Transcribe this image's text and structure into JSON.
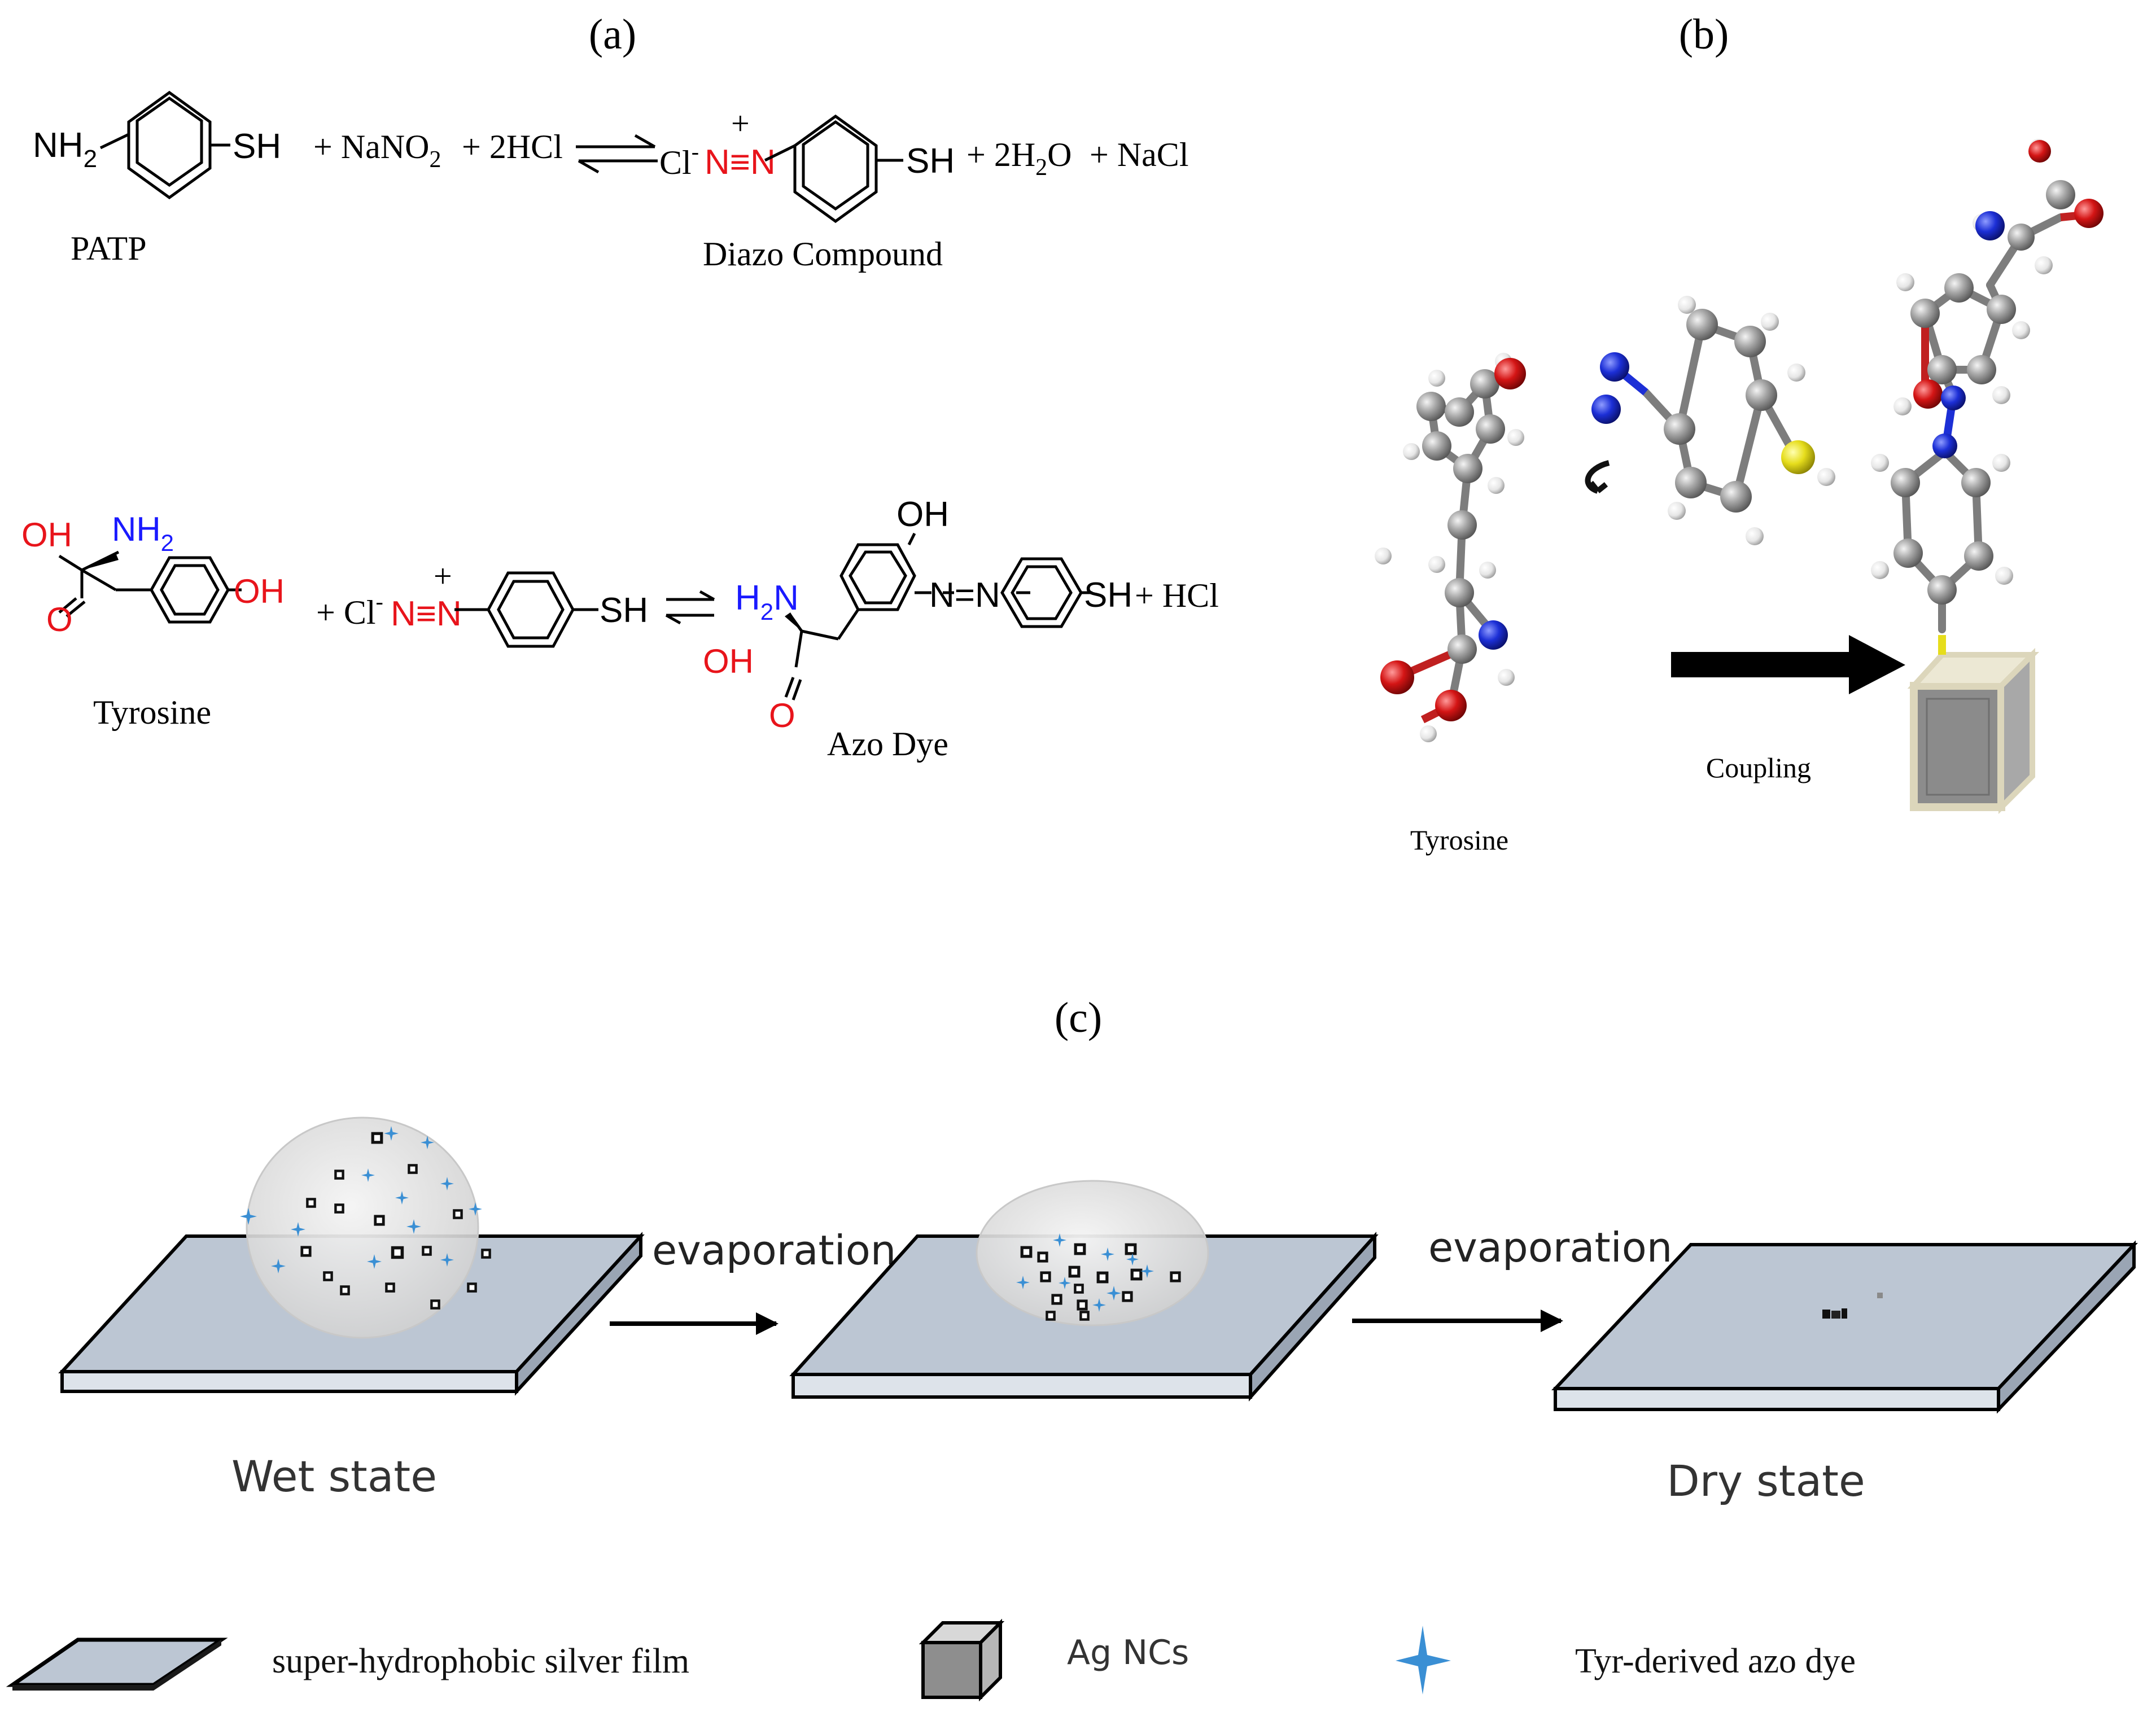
{
  "panel_labels": {
    "a": "(a)",
    "b": "(b)",
    "c": "(c)"
  },
  "reaction1": {
    "reactant_amine": "NH",
    "reactant_amine_sub": "2",
    "thiol": "SH",
    "reagent_nitrite": "+ NaNO",
    "reagent_nitrite_sub": "2",
    "reagent_acid": "+ 2HCl",
    "chloride": "Cl",
    "chloride_sup": "-",
    "plus_charge": "+",
    "diazo_group": "N≡N",
    "product_thiol": "SH",
    "byproduct_water": "+ 2H",
    "byproduct_water_sub": "2",
    "byproduct_water_end": "O",
    "byproduct_salt": "+ NaCl",
    "reactant_name": "PATP",
    "product_name": "Diazo Compound"
  },
  "reaction2": {
    "oh_acid": "OH",
    "amine": "NH",
    "amine_sub": "2",
    "carbonyl_o": "O",
    "phenol_oh": "OH",
    "plus_cl": "+ Cl",
    "chloride_sup": "-",
    "plus_charge": "+",
    "diazo_group": "N≡N",
    "thiol": "SH",
    "product_amine": "H",
    "product_amine_sub": "2",
    "product_amine_end": "N",
    "product_phenol_oh": "OH",
    "azo_group": "N=N",
    "product_thiol": "SH",
    "product_oh_acid": "OH",
    "product_carbonyl_o": "O",
    "byproduct": "+ HCl",
    "reactant_name": "Tyrosine",
    "product_name": "Azo Dye"
  },
  "panel_b": {
    "tyrosine_label": "Tyrosine",
    "coupling_label": "Coupling"
  },
  "panel_c": {
    "arrow1_label": "evaporation",
    "arrow2_label": "evaporation",
    "wet_label": "Wet state",
    "dry_label": "Dry state"
  },
  "legend": {
    "film_label": "super-hydrophobic silver film",
    "ncs_label": "Ag NCs",
    "dye_label": "Tyr-derived azo  dye"
  },
  "colors": {
    "red": "#e8141b",
    "blue": "#1a1aff",
    "film_top": "#bcc6d3",
    "film_edge": "#dde3ea",
    "carbon": "#9a9a9a",
    "oxygen": "#d11414",
    "nitrogen": "#1c2fd6",
    "sulfur": "#e6dd1c",
    "hydrogen": "#eeeeee",
    "dye_star": "#3a8fd4"
  }
}
